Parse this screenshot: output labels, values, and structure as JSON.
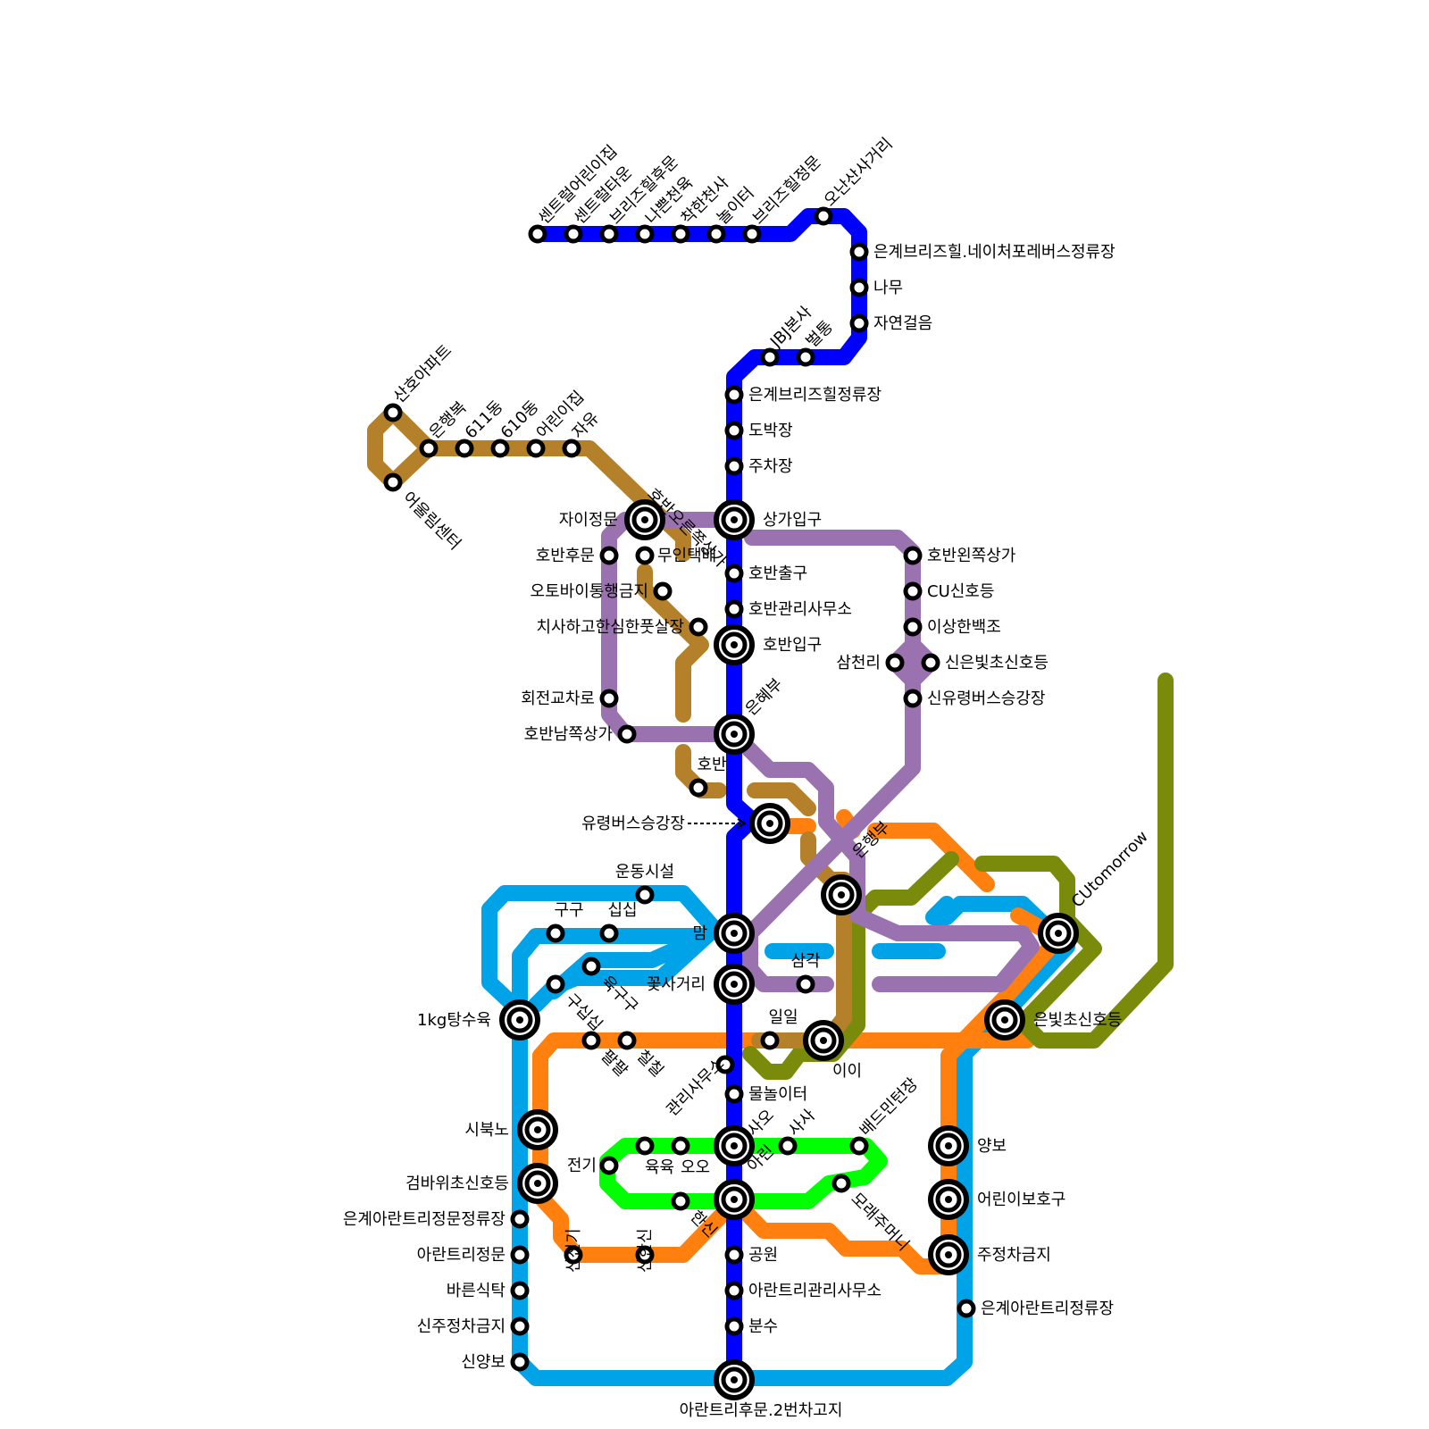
{
  "lines": [
    {
      "id": "blue",
      "color": "#0000ff"
    },
    {
      "id": "brown",
      "color": "#b5802a"
    },
    {
      "id": "purple",
      "color": "#9b72b0"
    },
    {
      "id": "skyblue",
      "color": "#00a2e8"
    },
    {
      "id": "orange",
      "color": "#ff7f0f"
    },
    {
      "id": "green",
      "color": "#00ff00"
    },
    {
      "id": "olive",
      "color": "#7a8a0a"
    }
  ],
  "stations": {
    "s01": "센트럴어린이집",
    "s02": "센트럴타운",
    "s03": "브리즈힐후문",
    "s04": "나쁜천육",
    "s05": "착한천사",
    "s06": "놀이터",
    "s07": "브리즈힐정문",
    "s08": "오난산사거리",
    "s09": "은계브리즈힐.네이처포레버스정류장",
    "s10": "나무",
    "s11": "자연걸음",
    "s12": "벌통",
    "s13": "JBJ본사",
    "s14": "은계브리즈힐정류장",
    "s15": "도박장",
    "s16": "주차장",
    "s17": "상가입구",
    "s18": "호반출구",
    "s19": "호반관리사무소",
    "s20": "호반입구",
    "s21": "은혜부",
    "s22": "호반",
    "s23": "유령버스승강장",
    "s24": "산호아파트",
    "s25": "어울림센터",
    "s26": "은행복",
    "s27": "611동",
    "s28": "610동",
    "s29": "어린이집",
    "s30": "자유",
    "s31": "호반오른쪽상가",
    "s32": "자이정문",
    "s33": "호반후문",
    "s34": "무인택배",
    "s35": "오토바이통행금지",
    "s36": "치사하고한심한풋살장",
    "s37": "회전교차로",
    "s38": "호반남쪽상가",
    "s39": "호반왼쪽상가",
    "s40": "CU신호등",
    "s41": "이상한백조",
    "s42": "삼천리",
    "s43": "신은빛초신호등",
    "s44": "신유령버스승강장",
    "s45": "은행부",
    "s46": "CUtomorrow",
    "s47": "운동시설",
    "s48": "구구",
    "s49": "십십",
    "s50": "맘",
    "s51": "꽃사거리",
    "s52": "삼각",
    "s53": "육구구",
    "s54": "구십십",
    "s55": "1kg탕수육",
    "s56": "일일",
    "s57": "이이",
    "s58": "팔팔",
    "s59": "칠칠",
    "s60": "관리사무소",
    "s61": "물놀이터",
    "s62": "은빛초신호등",
    "s63": "시북노",
    "s64": "검바위초신호등",
    "s65": "전기",
    "s66": "육육",
    "s67": "오오",
    "s68": "사오",
    "s69": "사사",
    "s70": "배드민턴장",
    "s71": "아린",
    "s72": "모래주머니",
    "s73": "한신",
    "s74": "양보",
    "s75": "어린이보호구",
    "s76": "주정차금지",
    "s77": "은계아란트리정문정류장",
    "s78": "아란트리정문",
    "s79": "바른식탁",
    "s80": "신주정차금지",
    "s81": "신양보",
    "s82": "신전기",
    "s83": "신한신",
    "s84": "공원",
    "s85": "아란트리관리사무소",
    "s86": "분수",
    "s87": "은계아란트리정류장",
    "s88": "아란트리후문.2번차고지"
  }
}
